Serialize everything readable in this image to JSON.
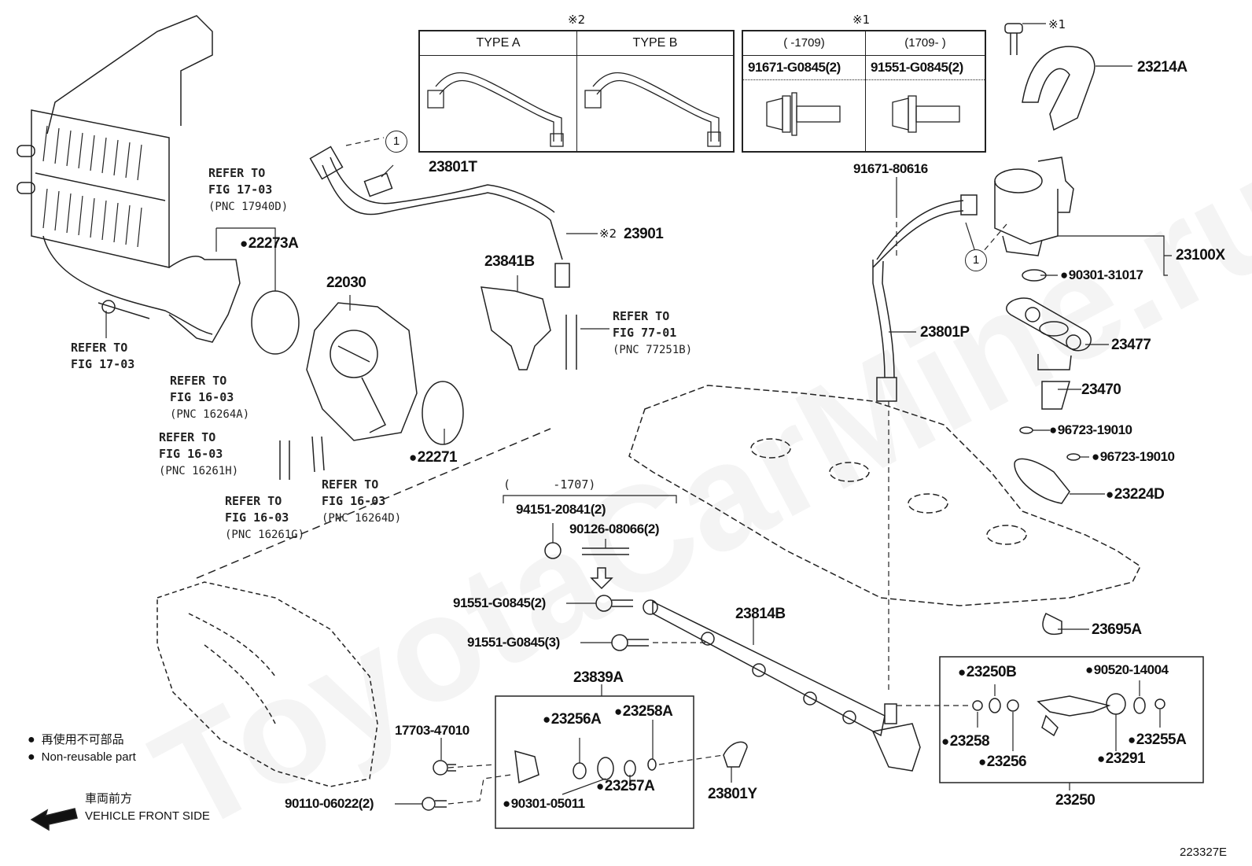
{
  "watermark": "ToyotaCarMine.ru",
  "figure_code": "223327E",
  "legend": {
    "non_reusable_jp": "再使用不可部品",
    "non_reusable_en": "Non-reusable part",
    "front_jp": "車両前方",
    "front_en": "VEHICLE FRONT SIDE"
  },
  "notes": {
    "note1": "※1",
    "note2": "※2",
    "circle1": "1"
  },
  "table_type": {
    "mark": "※2",
    "headers": [
      "TYPE A",
      "TYPE B"
    ]
  },
  "table_bolt": {
    "mark": "※1",
    "headers": [
      "(      -1709)",
      "(1709-      )"
    ],
    "parts": [
      "91671-G0845(2)",
      "91551-G0845(2)"
    ]
  },
  "refers": [
    {
      "line1": "REFER TO",
      "line2": "FIG 17-03",
      "pnc": "(PNC 17940D)"
    },
    {
      "line1": "REFER TO",
      "line2": "FIG 17-03",
      "pnc": ""
    },
    {
      "line1": "REFER TO",
      "line2": "FIG 16-03",
      "pnc": "(PNC 16264A)"
    },
    {
      "line1": "REFER TO",
      "line2": "FIG 16-03",
      "pnc": "(PNC 16261H)"
    },
    {
      "line1": "REFER TO",
      "line2": "FIG 16-03",
      "pnc": "(PNC 16261G)"
    },
    {
      "line1": "REFER TO",
      "line2": "FIG 16-03",
      "pnc": "(PNC 16264D)"
    },
    {
      "line1": "REFER TO",
      "line2": "FIG 77-01",
      "pnc": "(PNC 77251B)"
    }
  ],
  "parts": {
    "p22273A": "22273A",
    "p22030": "22030",
    "p22271": "22271",
    "p23801T": "23801T",
    "p23901": "23901",
    "p23901_mark": "※2",
    "p23841B": "23841B",
    "p23214A": "23214A",
    "p23214A_mark": "※1",
    "p91671_80616": "91671-80616",
    "p23100X": "23100X",
    "p90301_31017": "90301-31017",
    "p23801P": "23801P",
    "p23477": "23477",
    "p23470": "23470",
    "p96723a": "96723-19010",
    "p96723b": "96723-19010",
    "p23224D": "23224D",
    "range1707": "(      -1707)",
    "p94151": "94151-20841(2)",
    "p90126": "90126-08066(2)",
    "p91551_2": "91551-G0845(2)",
    "p91551_3": "91551-G0845(3)",
    "p23814B": "23814B",
    "p23695A": "23695A",
    "p23839A": "23839A",
    "p23256A": "23256A",
    "p23258A": "23258A",
    "p17703": "17703-47010",
    "p90110": "90110-06022(2)",
    "p90301_05011": "90301-05011",
    "p23257A": "23257A",
    "p23801Y": "23801Y",
    "p23250B": "23250B",
    "p90520": "90520-14004",
    "p23258": "23258",
    "p23256": "23256",
    "p23291": "23291",
    "p23255A": "23255A",
    "p23250": "23250"
  }
}
